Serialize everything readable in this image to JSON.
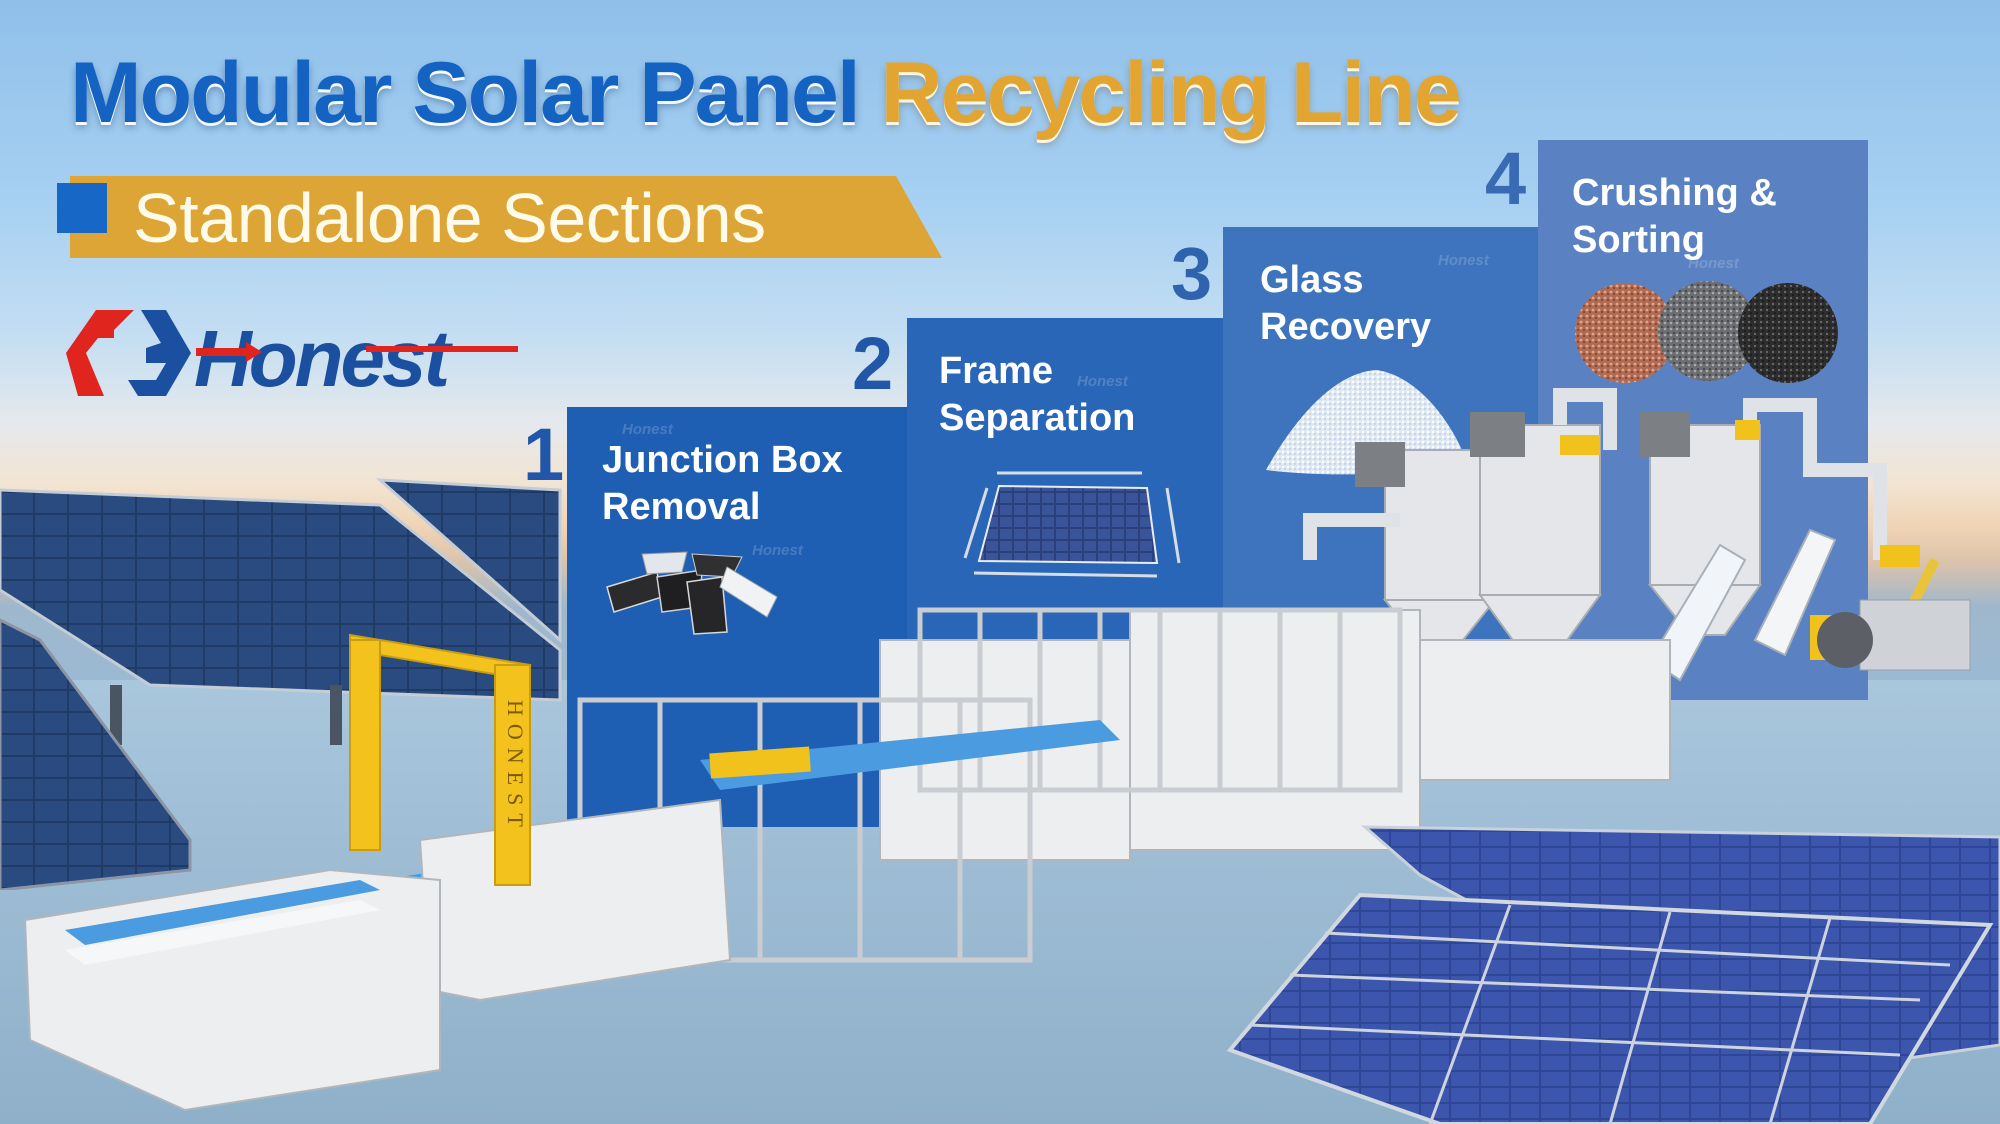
{
  "header": {
    "title_part1": "Modular Solar Panel",
    "title_part2": "Recycling Line",
    "subtitle": "Standalone Sections"
  },
  "logo": {
    "brand": "Honest",
    "icon": "honest-bracket-logo-icon"
  },
  "steps": [
    {
      "number": "1",
      "label_line1": "Junction Box",
      "label_line2": "Removal",
      "image": "junction-boxes-icon"
    },
    {
      "number": "2",
      "label_line1": "Frame",
      "label_line2": "Separation",
      "image": "framed-solar-panel-icon"
    },
    {
      "number": "3",
      "label_line1": "Glass",
      "label_line2": "Recovery",
      "image": "glass-pile-icon"
    },
    {
      "number": "4",
      "label_line1": "Crushing &",
      "label_line2": "Sorting",
      "image": "sorted-granules-icon"
    }
  ],
  "gantry_text": "HONEST",
  "watermark": "Honest",
  "colors": {
    "title_blue": "#1463c2",
    "title_gold": "#e3a532",
    "banner_gold": "#dca535",
    "banner_square_blue": "#1767c6",
    "logo_red": "#e0251f",
    "logo_blue": "#1b4fa0",
    "step1_blue": "#1f5fb3",
    "step2_blue": "#2a66b7",
    "step3_blue": "#3d74bd",
    "step4_blue": "#5a82c2"
  }
}
